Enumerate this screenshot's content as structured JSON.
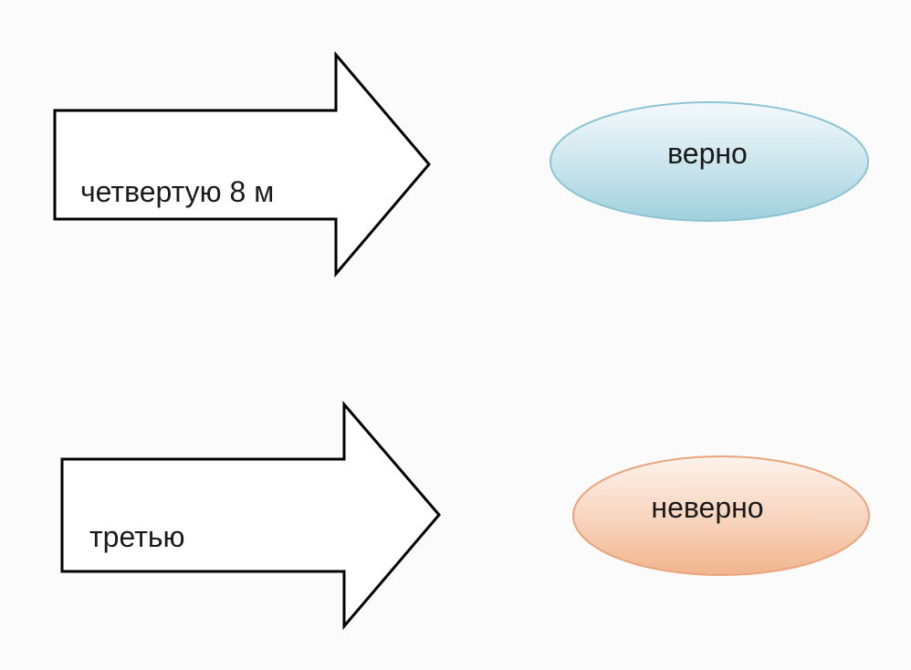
{
  "arrows": [
    {
      "label": "четвертую 8 м"
    },
    {
      "label": "третью"
    }
  ],
  "ellipses": [
    {
      "label": "верно",
      "fill_top": "#f2f8fa",
      "fill_bottom": "#9fd0dc",
      "stroke": "#8cc3d2"
    },
    {
      "label": "неверно",
      "fill_top": "#fcf1ea",
      "fill_bottom": "#f2b893",
      "stroke": "#e8a57c"
    }
  ]
}
